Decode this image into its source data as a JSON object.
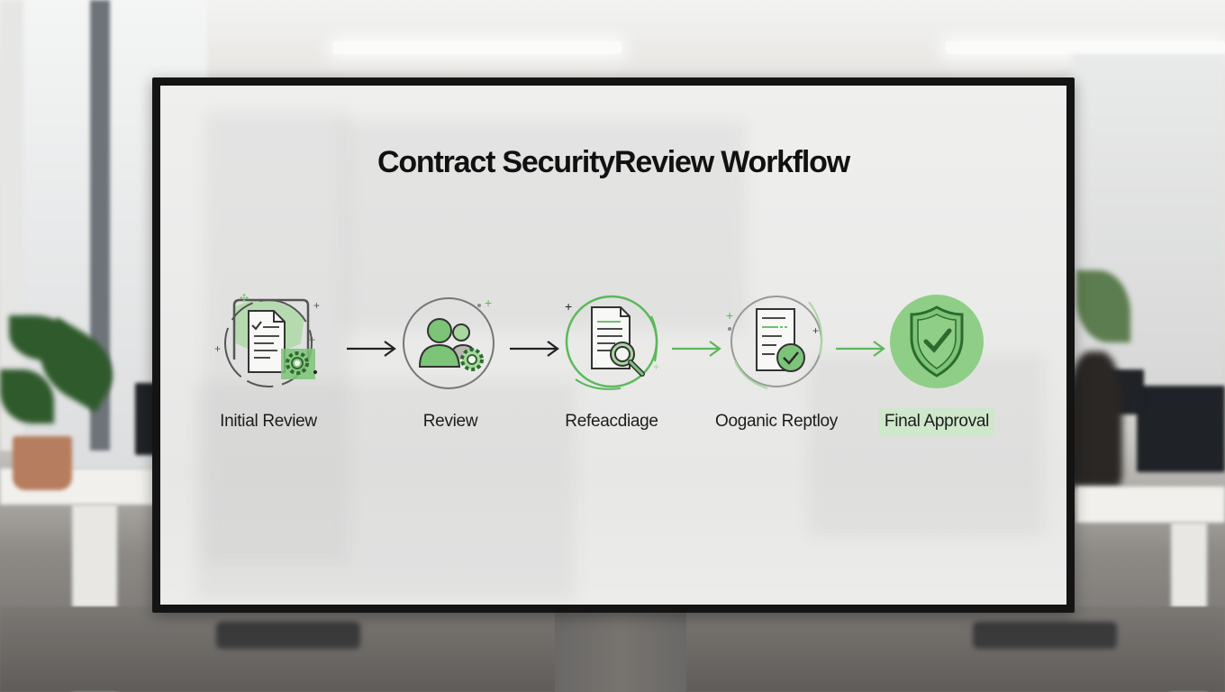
{
  "diagram": {
    "title": "Contract SecurityReview Workflow",
    "accent_color": "#5cb85c",
    "accent_light": "#a8d8a0",
    "highlight_bg": "#cfe7cb",
    "steps": [
      {
        "label": "Initial Review",
        "icon": "document-gear-icon",
        "highlighted": false
      },
      {
        "label": "Review",
        "icon": "users-gear-icon",
        "highlighted": false
      },
      {
        "label": "Refeacdiage",
        "icon": "document-magnifier-icon",
        "highlighted": false
      },
      {
        "label": "Ooganic Reptloy",
        "icon": "document-check-icon",
        "highlighted": false
      },
      {
        "label": "Final Approval",
        "icon": "shield-check-icon",
        "highlighted": true
      }
    ],
    "connectors": [
      {
        "from": 0,
        "to": 1,
        "color": "#222222"
      },
      {
        "from": 1,
        "to": 2,
        "color": "#222222"
      },
      {
        "from": 2,
        "to": 3,
        "color": "#5cb85c"
      },
      {
        "from": 3,
        "to": 4,
        "color": "#5cb85c"
      }
    ]
  }
}
